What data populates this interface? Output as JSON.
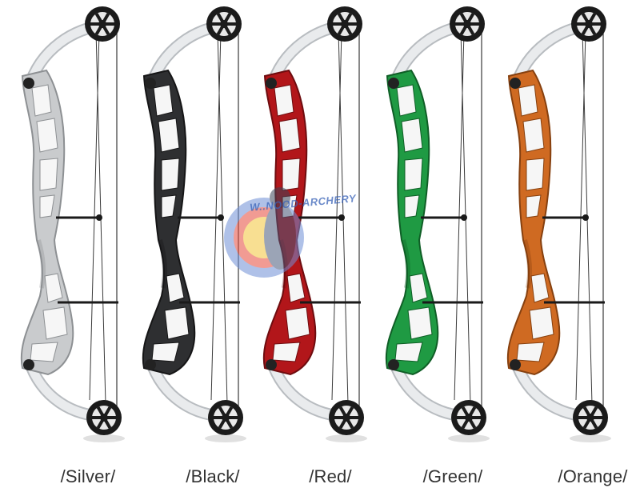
{
  "watermark": {
    "text": "W..NOOD-ARCHERY"
  },
  "bows": [
    {
      "label": "/Silver/",
      "color": "#c9cbcd",
      "dark": "#8d9093"
    },
    {
      "label": "/Black/",
      "color": "#2e2f31",
      "dark": "#151516"
    },
    {
      "label": "/Red/",
      "color": "#b2161a",
      "dark": "#6e0c0f"
    },
    {
      "label": "/Green/",
      "color": "#1f9a43",
      "dark": "#0f5e26"
    },
    {
      "label": "/Orange/",
      "color": "#cf6a22",
      "dark": "#86400f"
    }
  ],
  "colors": {
    "limb": "#e9ebed",
    "limb_edge": "#b8bcc0",
    "cam": "#1b1b1b",
    "string": "#3a3a3a"
  }
}
